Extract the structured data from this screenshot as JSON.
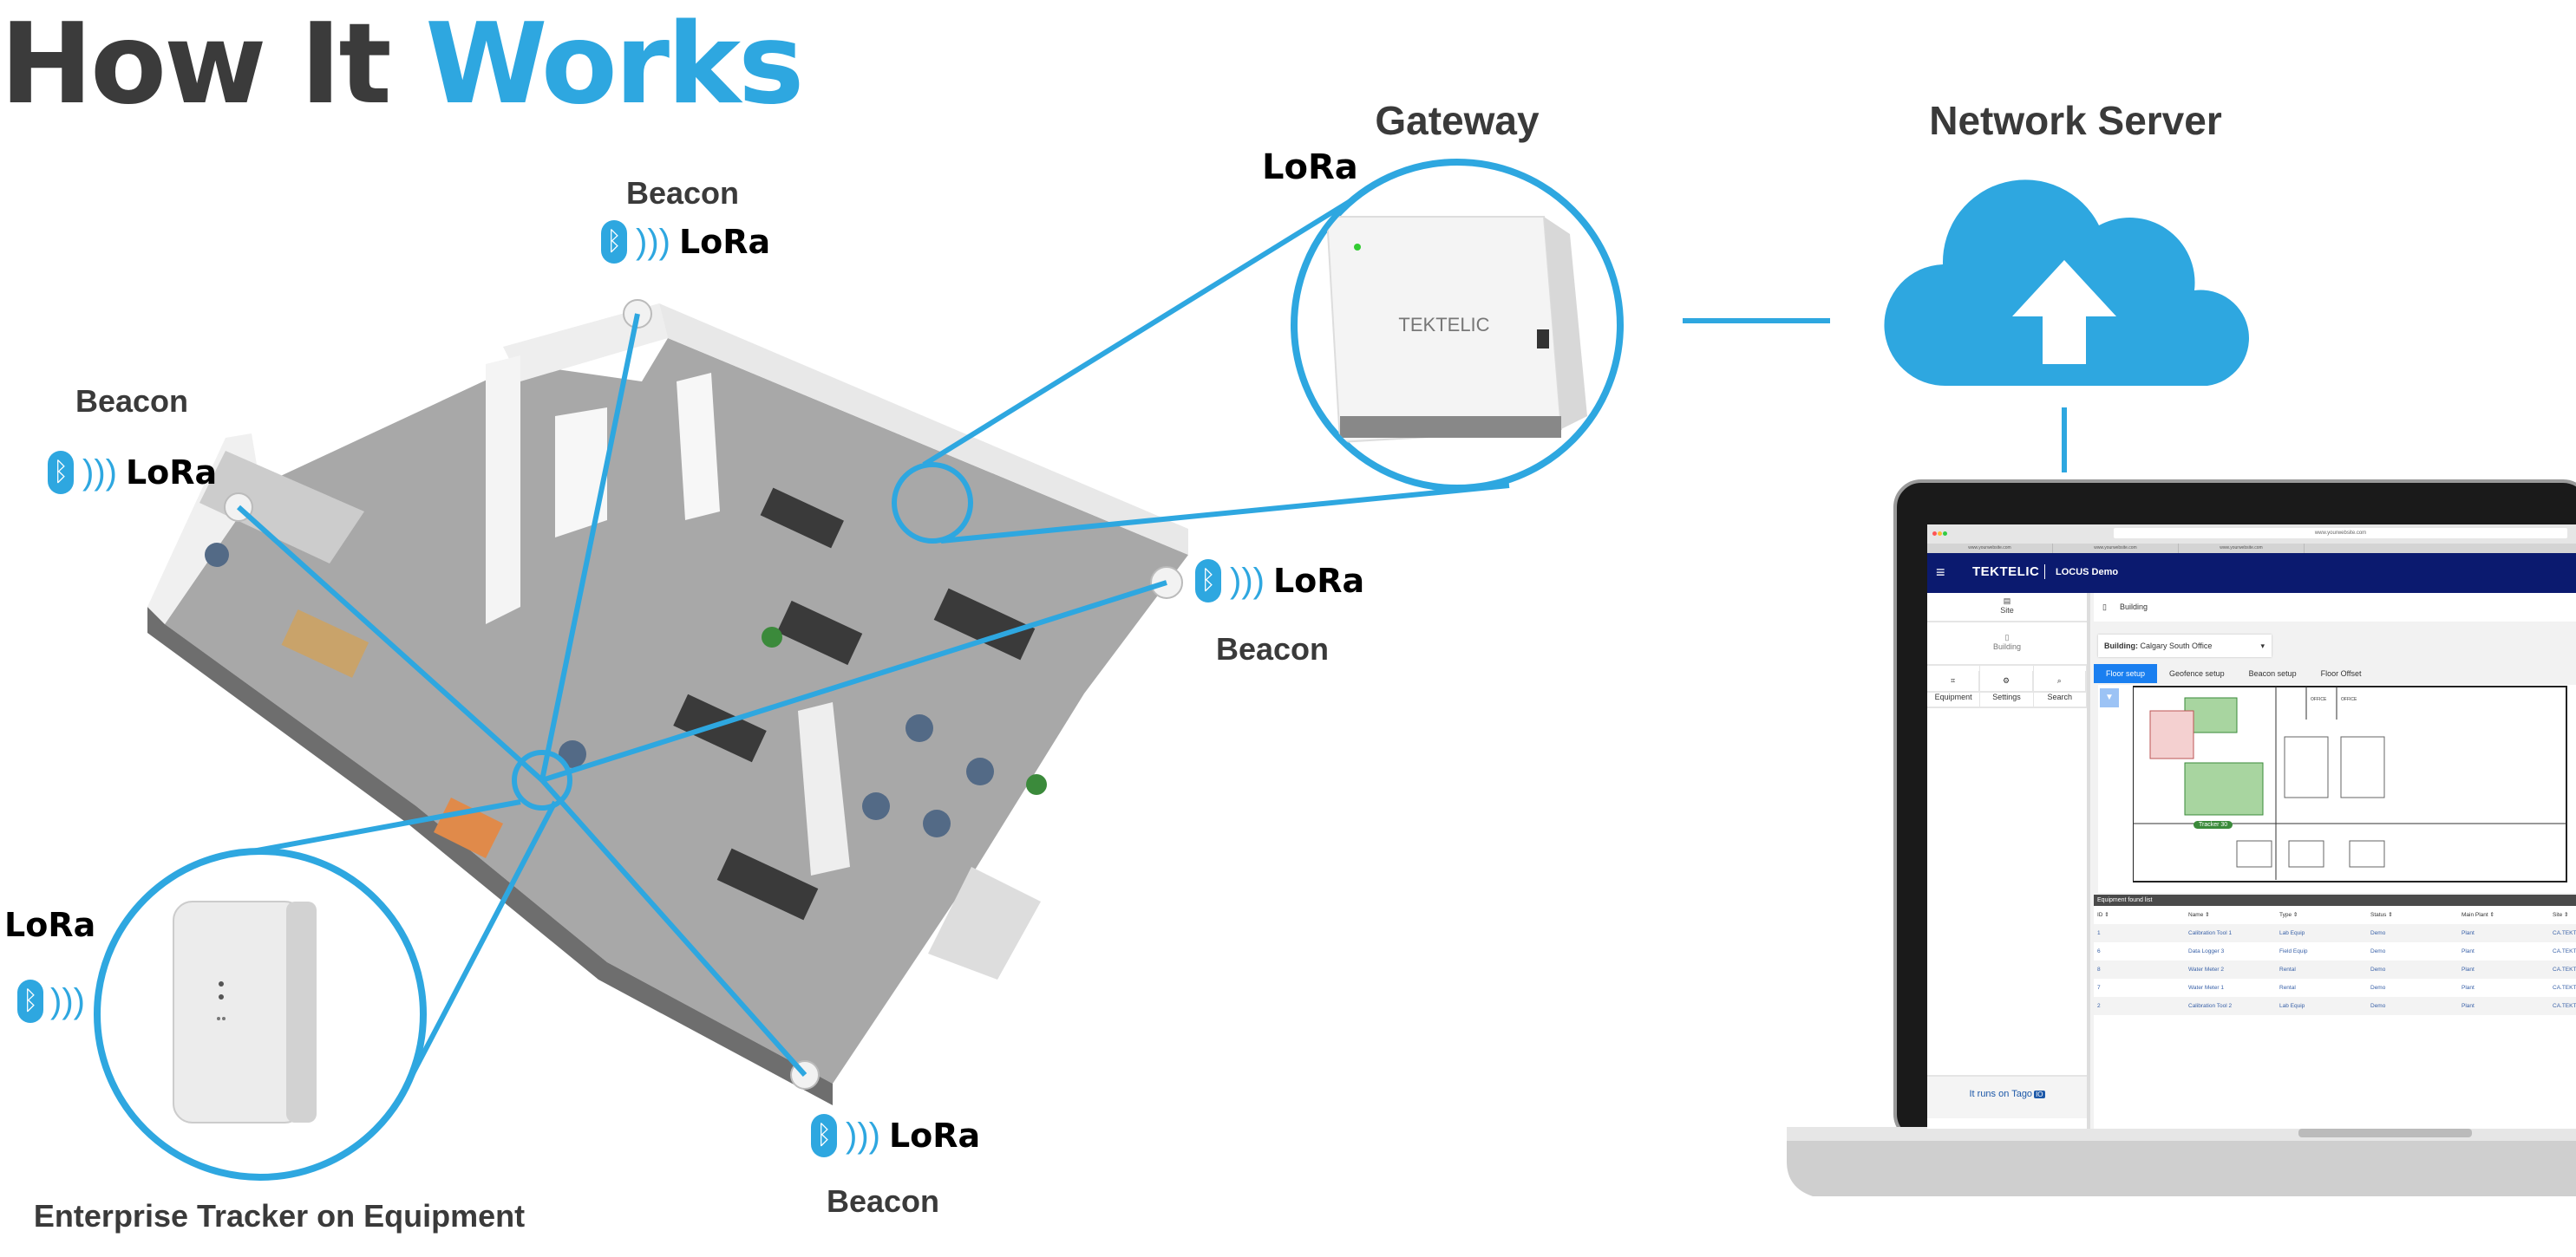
{
  "title": {
    "part1": "How It",
    "part2": "Works"
  },
  "colors": {
    "accent": "#2ea7e0",
    "dark": "#3b3b3b",
    "header": "#0b1a6f",
    "tab_active": "#1a7ff0"
  },
  "labels": {
    "gateway": "Gateway",
    "network_server": "Network Server",
    "beacon": "Beacon",
    "tracker": "Enterprise Tracker on Equipment"
  },
  "logos": {
    "lora": "LoRa",
    "gateway_brand": "TEKTELIC"
  },
  "icons": [
    "bluetooth-icon",
    "lora-icon",
    "cloud-upload-icon"
  ],
  "screen": {
    "url": "www.yourwebsite.com",
    "tabs": [
      "www.yourwebsite.com",
      "www.yourwebsite.com",
      "www.yourwebsite.com"
    ],
    "brand": "TEKTELIC",
    "app_title": "LOCUS Demo",
    "sidebar": {
      "site": "Site",
      "building": "Building",
      "equipment": "Equipment",
      "settings": "Settings",
      "search": "Search",
      "footer": "It runs on Tago",
      "footer_badge": "IO"
    },
    "breadcrumb": "Building",
    "building_label": "Building:",
    "building_value": "Calgary South Office",
    "tabs_main": [
      "Floor setup",
      "Geofence setup",
      "Beacon setup",
      "Floor Offset"
    ],
    "floor_labels": {
      "office": "OFFICE",
      "tracker": "Tracker 30"
    },
    "equipment": {
      "title": "Equipment found list",
      "columns": [
        "ID ⇕",
        "Name ⇕",
        "Type ⇕",
        "Status ⇕",
        "Main Plant ⇕",
        "Site ⇕"
      ],
      "rows": [
        [
          "1",
          "Calibration Tool 1",
          "Lab Equip",
          "Demo",
          "Plant",
          "CA.TEKT"
        ],
        [
          "6",
          "Data Logger 3",
          "Field Equip",
          "Demo",
          "Plant",
          "CA.TEKT"
        ],
        [
          "8",
          "Water Meter 2",
          "Rental",
          "Demo",
          "Plant",
          "CA.TEKT"
        ],
        [
          "7",
          "Water Meter 1",
          "Rental",
          "Demo",
          "Plant",
          "CA.TEKT"
        ],
        [
          "2",
          "Calibration Tool 2",
          "Lab Equip",
          "Demo",
          "Plant",
          "CA.TEKT"
        ]
      ]
    }
  }
}
